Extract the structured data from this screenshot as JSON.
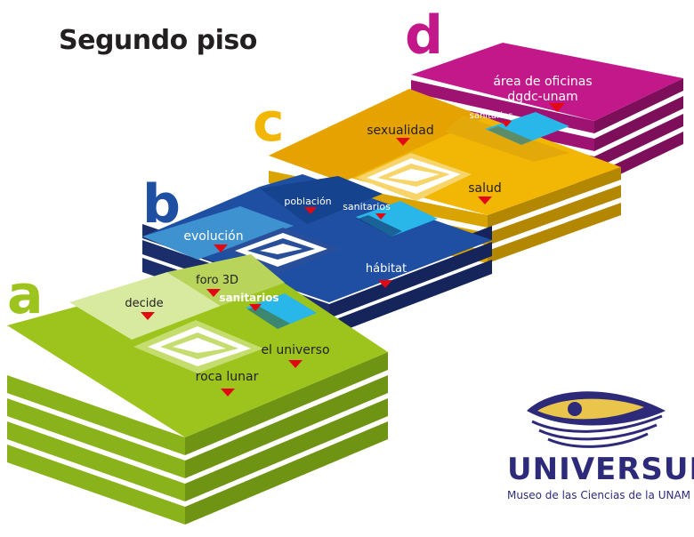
{
  "page": {
    "title": "Segundo piso"
  },
  "sections": {
    "a": {
      "letter": "a",
      "color": "#9cc41c"
    },
    "b": {
      "letter": "b",
      "color": "#1f4fa3"
    },
    "c": {
      "letter": "c",
      "color": "#f2b705"
    },
    "d": {
      "letter": "d",
      "color": "#c2188a"
    }
  },
  "rooms": {
    "roca_lunar": "roca lunar",
    "el_universo": "el universo",
    "decide": "decide",
    "foro_3d": "foro 3D",
    "sanitarios_a": "sanitarios",
    "evolucion": "evolución",
    "poblacion": "población",
    "sanitarios_b": "sanitarios",
    "habitat": "hábitat",
    "sexualidad": "sexualidad",
    "sanitarios_c": "sanitarios",
    "salud": "salud",
    "oficinas_line1": "área de oficinas",
    "oficinas_line2": "dgdc-unam"
  },
  "brand": {
    "name": "UNIVERSUM",
    "subtitle": "Museo de las Ciencias de la UNAM"
  },
  "colors": {
    "marker": "#e30613",
    "restroom": "#29b6e8",
    "brand": "#2d2a7a"
  }
}
